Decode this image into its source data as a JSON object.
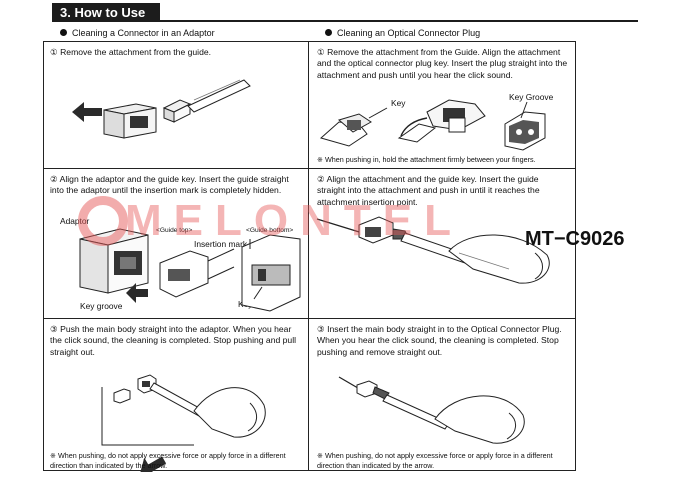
{
  "header": {
    "title": "3. How to Use"
  },
  "sections": {
    "adaptor_title": "Cleaning a Connector in an Adaptor",
    "plug_title": "Cleaning an Optical Connector Plug"
  },
  "adaptor": {
    "step1": "① Remove the attachment from the guide.",
    "step2": "② Align the adaptor and the guide key. Insert the guide straight into the adaptor until the insertion mark is completely hidden.",
    "step2_labels": {
      "adaptor": "Adaptor",
      "guide_top": "<Guide top>",
      "guide_bottom": "<Guide bottom>",
      "insertion_mark": "Insertion mark",
      "key_groove": "Key groove",
      "key": "Key"
    },
    "step3": "③ Push the main body straight into the adaptor. When you hear the click sound, the cleaning is completed. Stop pushing and pull straight out.",
    "step3_note": "※ When pushing, do not apply excessive force or apply force in a different direction than indicated by the arrow."
  },
  "plug": {
    "step1": "① Remove the attachment from the Guide. Align the attachment and the optical connector plug key.  Insert the plug straight into the attachment and push until you hear the click sound.",
    "step1_labels": {
      "key": "Key",
      "key_groove": "Key Groove"
    },
    "step1_note": "※ When pushing in, hold the attachment firmly between your fingers.",
    "step2": "② Align the attachment and the guide key. Insert the guide straight into the attachment and push in until it reaches the attachment insertion point.",
    "step3": "③ Insert the main body straight in to the Optical Connector Plug. When you hear the click sound, the cleaning is completed. Stop pushing and remove straight out.",
    "step3_note": "※ When pushing, do not apply excessive force or apply force in a different direction than indicated by the arrow."
  },
  "watermark": {
    "text": "MELONTEL"
  },
  "model": {
    "text": "MT−C9026"
  }
}
